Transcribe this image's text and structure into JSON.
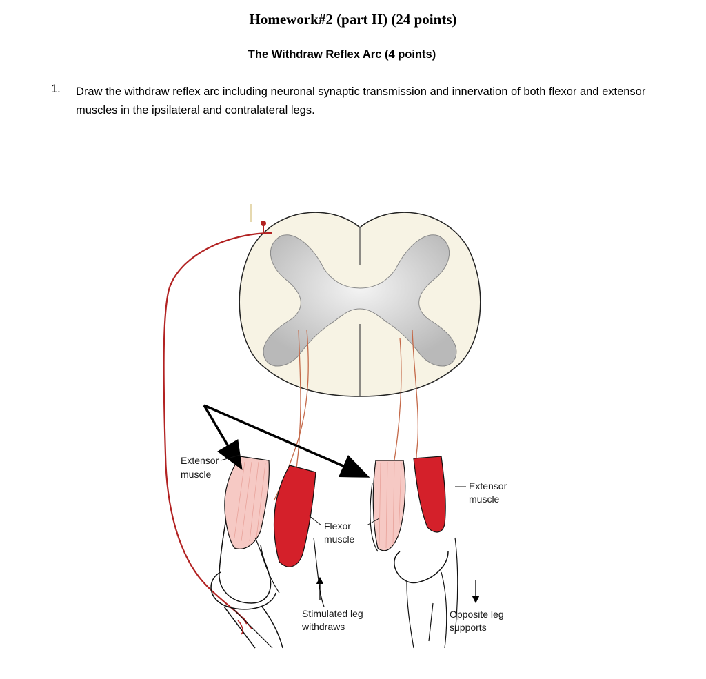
{
  "document": {
    "title": "Homework#2 (part II) (24 points)",
    "section_title": "The Withdraw Reflex Arc (4 points)",
    "question": {
      "number": "1.",
      "text": "Draw the withdraw reflex arc including neuronal synaptic transmission and innervation of both flexor and extensor muscles in the ipsilateral and contralateral legs."
    }
  },
  "figure": {
    "labels": {
      "extensor_left_line1": "Extensor",
      "extensor_left_line2": "muscle",
      "flexor_line1": "Flexor",
      "flexor_line2": "muscle",
      "extensor_right_line1": "Extensor",
      "extensor_right_line2": "muscle",
      "stimulated_line1": "Stimulated leg",
      "stimulated_line2": "withdraws",
      "opposite_line1": "Opposite leg",
      "opposite_line2": "supports"
    },
    "colors": {
      "nerve": "#b22222",
      "flexor_muscle": "#d4202a",
      "extensor_muscle": "#f6c9c4",
      "white_matter": "#f7f3e4",
      "gray_matter": "#d0d0d0"
    }
  }
}
